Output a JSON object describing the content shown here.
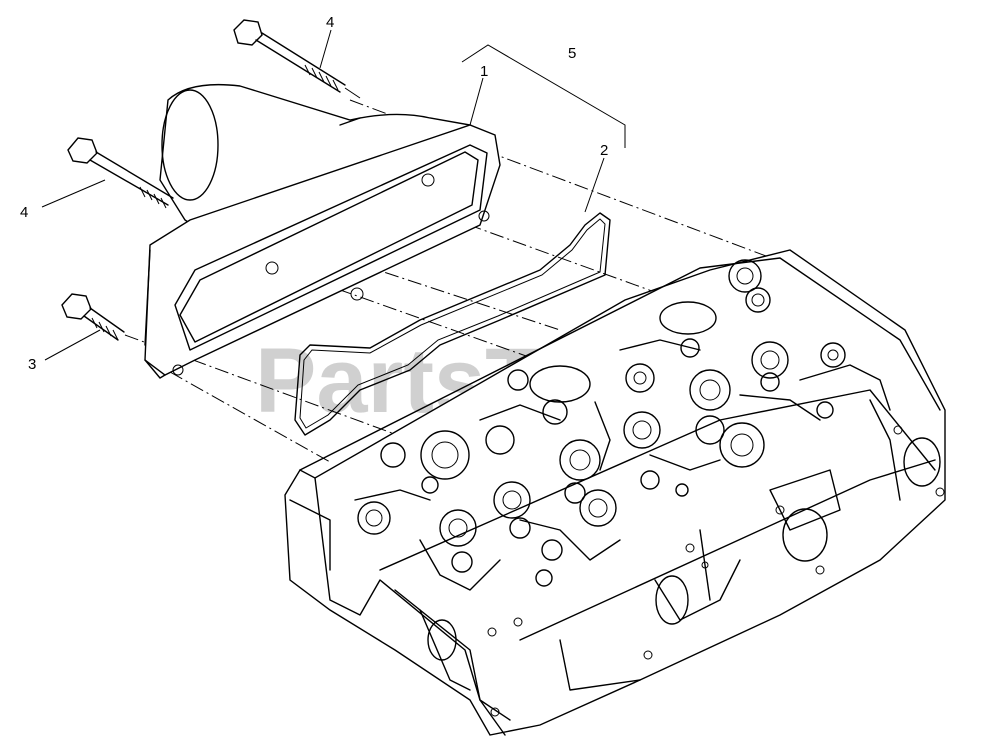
{
  "watermark": "PartsTree",
  "callouts": [
    {
      "id": "c4a",
      "label": "4"
    },
    {
      "id": "c5",
      "label": "5"
    },
    {
      "id": "c1",
      "label": "1"
    },
    {
      "id": "c2",
      "label": "2"
    },
    {
      "id": "c4b",
      "label": "4"
    },
    {
      "id": "c3",
      "label": "3"
    }
  ]
}
